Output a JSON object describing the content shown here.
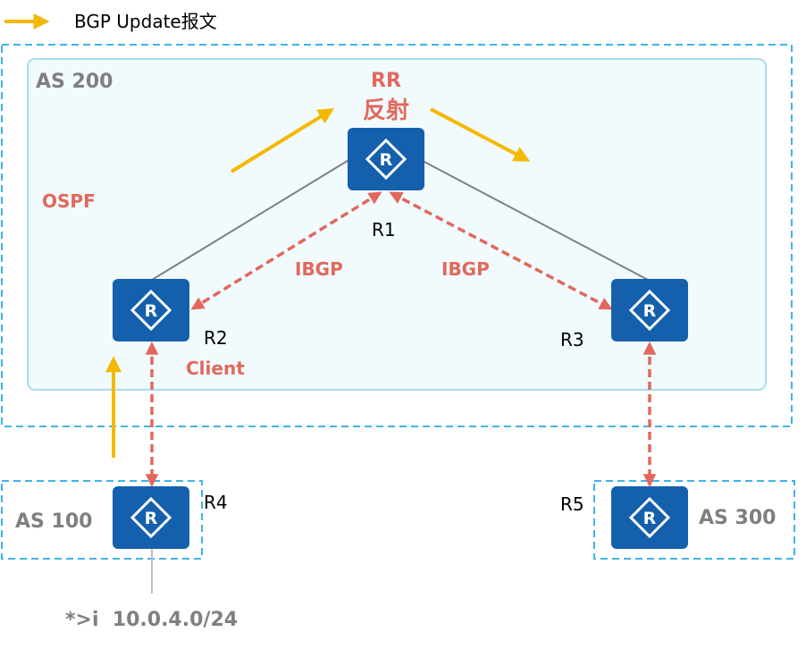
{
  "legend": {
    "label": "BGP Update报文",
    "arrow_color": "#f5b800"
  },
  "colors": {
    "router_fill": "#1560ad",
    "ibgp_dash": "#e2685c",
    "red_text": "#e2685c",
    "as_border": "#3fb4e3",
    "as200_inner_fill": "#f1fafd",
    "as200_inner_border": "#a9dcf0",
    "grey_text": "#7f7f7f",
    "link_line": "#808080"
  },
  "areas": {
    "as200": "AS 200",
    "as100": "AS 100",
    "as300": "AS 300"
  },
  "labels": {
    "rr": "RR",
    "reflect": "反射",
    "ospf": "OSPF",
    "ibgp_left": "IBGP",
    "ibgp_right": "IBGP",
    "client": "Client",
    "route": "*>i  10.0.4.0/24"
  },
  "routers": {
    "r1": {
      "name": "R1",
      "icon": "router-icon",
      "glyph": "R"
    },
    "r2": {
      "name": "R2",
      "icon": "router-icon",
      "glyph": "R"
    },
    "r3": {
      "name": "R3",
      "icon": "router-icon",
      "glyph": "R"
    },
    "r4": {
      "name": "R4",
      "icon": "router-icon",
      "glyph": "R"
    },
    "r5": {
      "name": "R5",
      "icon": "router-icon",
      "glyph": "R"
    }
  }
}
